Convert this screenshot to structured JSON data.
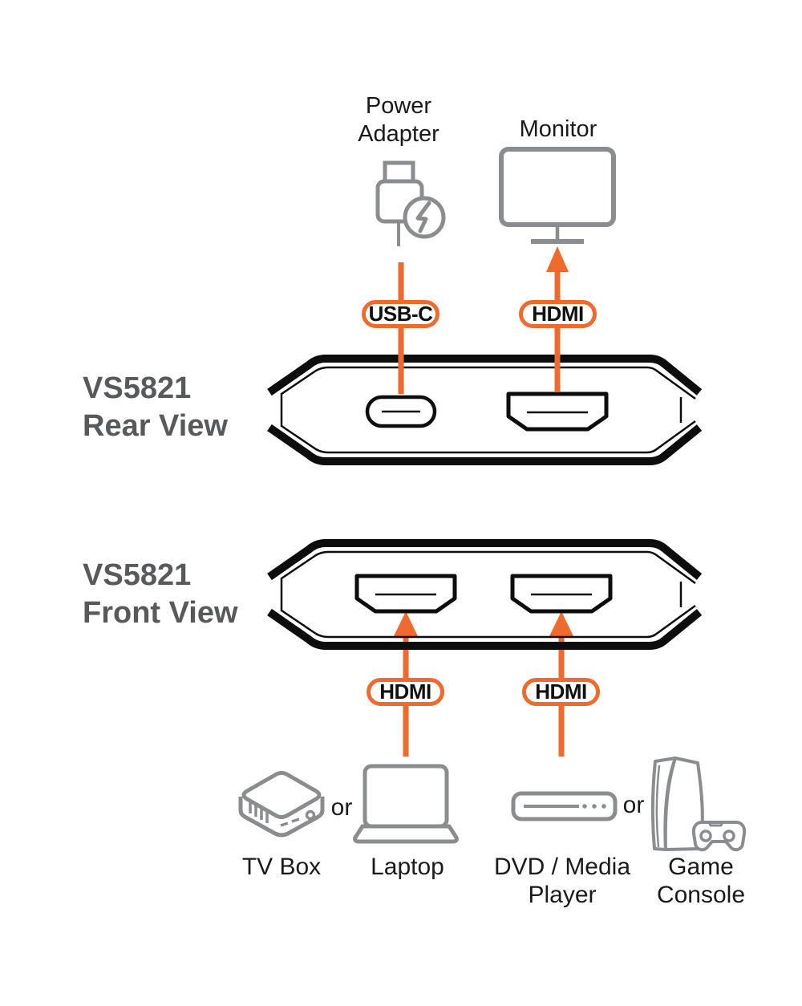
{
  "diagram": {
    "product": "VS5821",
    "top": {
      "power_adapter_line1": "Power",
      "power_adapter_line2": "Adapter",
      "monitor_label": "Monitor",
      "usb_c_badge": "USB-C",
      "hdmi_badge": "HDMI"
    },
    "views": {
      "rear": {
        "line1": "VS5821",
        "line2": "Rear View"
      },
      "front": {
        "line1": "VS5821",
        "line2": "Front View"
      }
    },
    "front_inputs": {
      "badge_left": "HDMI",
      "badge_right": "HDMI"
    },
    "sources": {
      "tv_box_label": "TV Box",
      "or_left": "or",
      "laptop_label": "Laptop",
      "dvd_line1": "DVD / Media",
      "dvd_line2": "Player",
      "or_right": "or",
      "console_line1": "Game",
      "console_line2": "Console"
    },
    "icons": {
      "power_adapter": "power-adapter-icon",
      "monitor": "monitor-icon",
      "tv_box": "tv-box-icon",
      "laptop": "laptop-icon",
      "dvd_player": "dvd-player-icon",
      "game_console": "game-console-icon"
    },
    "colors": {
      "accent_orange": "#EE6B2D",
      "icon_gray": "#8A8C8F",
      "title_gray": "#58595B",
      "outline_black": "#0D0D0D"
    }
  }
}
